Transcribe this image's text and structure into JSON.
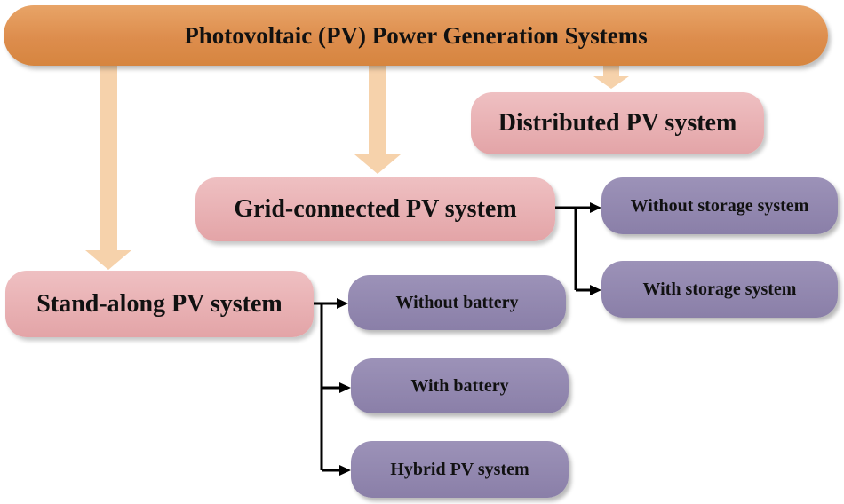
{
  "diagram": {
    "title": "Photovoltaic (PV) Power Generation Systems",
    "systems": {
      "distributed": "Distributed PV system",
      "grid_connected": "Grid-connected PV system",
      "stand_along": "Stand-along PV system"
    },
    "grid_options": {
      "without_storage": "Without storage system",
      "with_storage": "With storage system"
    },
    "stand_options": {
      "without_battery": "Without battery",
      "with_battery": "With battery",
      "hybrid": "Hybrid PV system"
    },
    "colors": {
      "title_fill": "#dd8d4d",
      "system_fill": "#e3a4a7",
      "option_fill": "#8a7fa8",
      "down_arrow": "#f6d2ab",
      "connector": "#000000"
    }
  }
}
